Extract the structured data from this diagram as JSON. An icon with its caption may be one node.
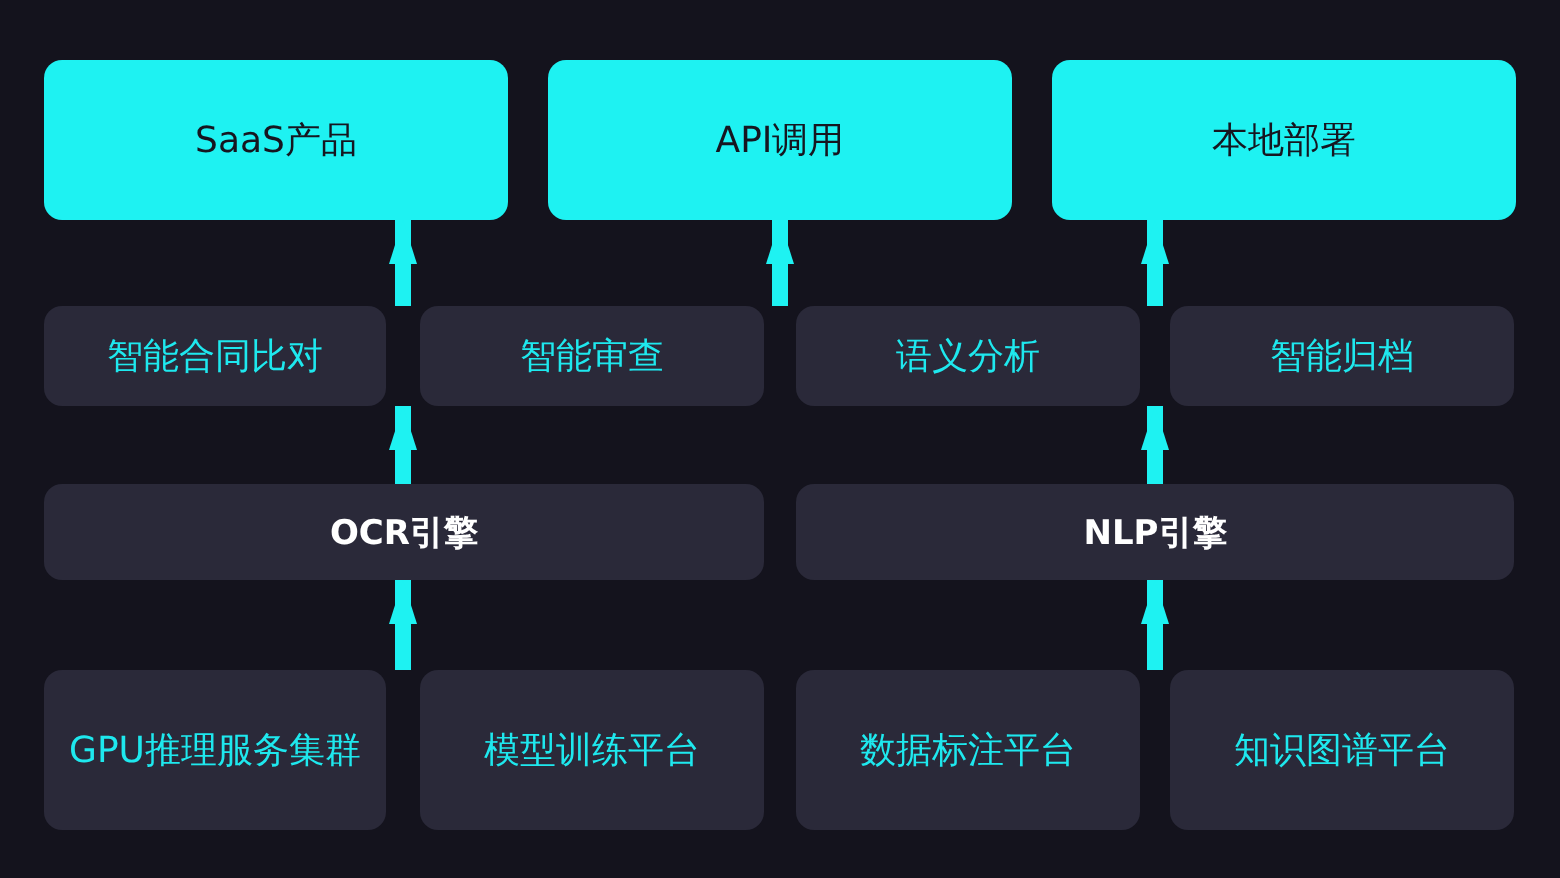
{
  "diagram": {
    "nodes": [
      {
        "text": [
          "SaaS产品"
        ]
      },
      {
        "text": [
          "API调用"
        ]
      },
      {
        "text": [
          "本地部署"
        ]
      },
      {
        "text": [
          "智能合同比对"
        ]
      },
      {
        "text": [
          "智能审查"
        ]
      },
      {
        "text": [
          "语义分析"
        ]
      },
      {
        "text": [
          "智能归档"
        ]
      },
      {
        "text": [
          "OCR引擎"
        ]
      },
      {
        "text": [
          "NLP引擎"
        ]
      },
      {
        "text": [
          "GPU推理服务集群"
        ]
      },
      {
        "text": [
          "模型训练平台"
        ]
      },
      {
        "text": [
          "数据标注平台"
        ]
      },
      {
        "text": [
          "知识图谱平台"
        ]
      }
    ],
    "edges": [
      {
        "from": 3,
        "to": 0,
        "arrow": "to"
      },
      {
        "from": 4,
        "to": 0,
        "arrow": "to"
      },
      {
        "from": 4,
        "to": 1,
        "arrow": "to"
      },
      {
        "from": 5,
        "to": 1,
        "arrow": "to"
      },
      {
        "from": 5,
        "to": 2,
        "arrow": "to"
      },
      {
        "from": 6,
        "to": 2,
        "arrow": "to"
      },
      {
        "from": 7,
        "to": 3,
        "arrow": "to"
      },
      {
        "from": 7,
        "to": 4,
        "arrow": "to"
      },
      {
        "from": 8,
        "to": 5,
        "arrow": "to"
      },
      {
        "from": 8,
        "to": 6,
        "arrow": "to"
      },
      {
        "from": 9,
        "to": 7,
        "arrow": "to"
      },
      {
        "from": 10,
        "to": 7,
        "arrow": "to"
      },
      {
        "from": 11,
        "to": 8,
        "arrow": "to"
      },
      {
        "from": 12,
        "to": 8,
        "arrow": "to"
      }
    ]
  }
}
